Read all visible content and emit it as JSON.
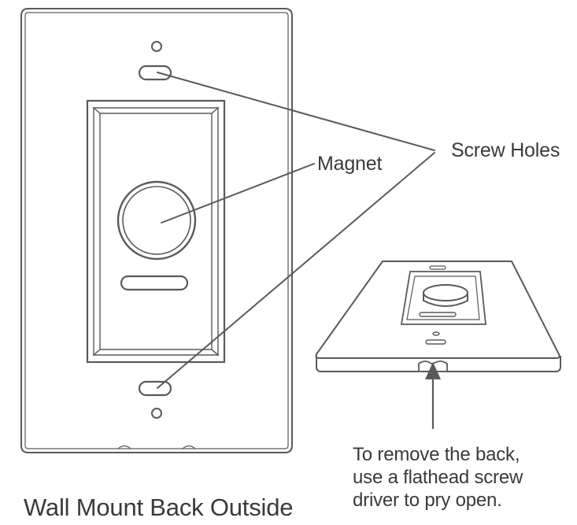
{
  "labels": {
    "magnet": "Magnet",
    "screw_holes": "Screw Holes",
    "caption": "Wall Mount Back Outside",
    "instruction": [
      "To remove the back,",
      "use a flathead screw",
      "driver to pry open."
    ]
  },
  "colors": {
    "line": "#5a5a5a",
    "text": "#3a3a3a",
    "background": "#ffffff"
  }
}
